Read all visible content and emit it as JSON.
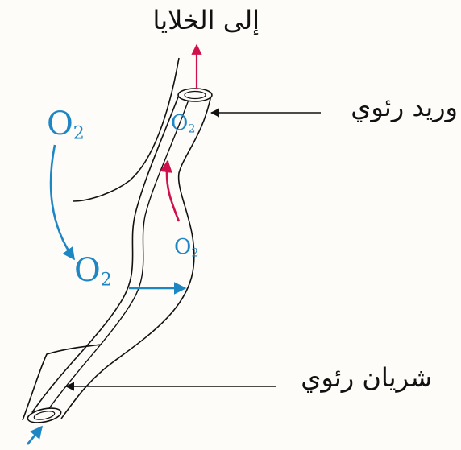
{
  "labels": {
    "to_cells": "إلى الخلايا",
    "pulmonary_vein": "وريد رئوي",
    "pulmonary_artery": "شريان رئوي"
  },
  "oxygen": {
    "symbol": "O",
    "subscript": "2"
  },
  "colors": {
    "oxygen": "#1f86c4",
    "blood_flow": "#d0104a",
    "outline": "#111111"
  }
}
